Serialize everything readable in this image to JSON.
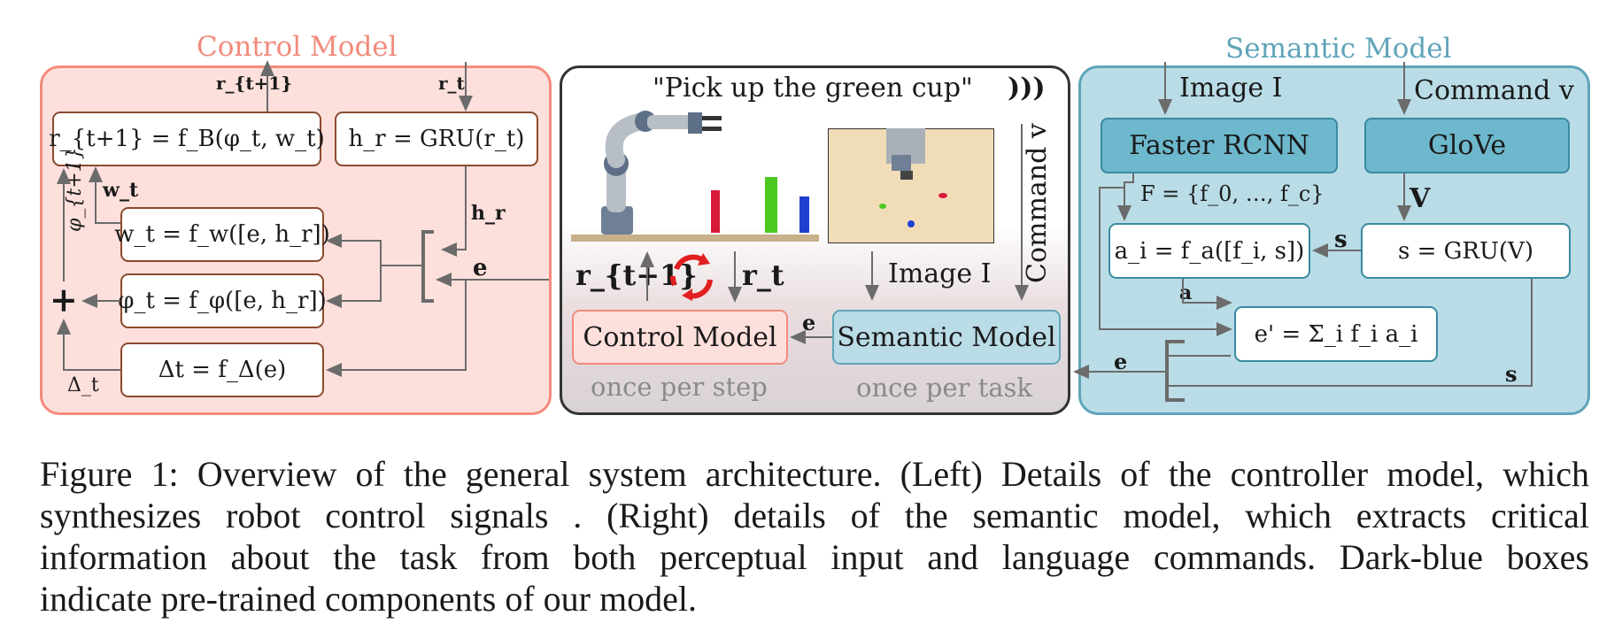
{
  "figure": {
    "control_title": "Control Model",
    "semantic_title": "Semantic Model",
    "control": {
      "out_signal": "r_{t+1}",
      "in_signal": "r_t",
      "box_fb": "r_{t+1} = f_B(φ_t, w_t)",
      "box_gru": "h_r = GRU(r_t)",
      "box_fw": "w_t = f_w([e, h_r])",
      "box_fphi": "φ_t = f_φ([e, h_r])",
      "box_fdelta": "Δt = f_Δ(e)",
      "label_wt": "w_t",
      "label_hr": "h_r",
      "label_e": "e",
      "label_phi": "φ_{t+1}",
      "label_delta": "Δ_t",
      "plus": "+"
    },
    "center": {
      "command_text": "\"Pick up the green cup\"",
      "command_side": "Command v",
      "image_label": "Image I",
      "r_next": "r_{t+1}",
      "r_now": "r_t",
      "control_box": "Control Model",
      "semantic_box": "Semantic Model",
      "e_label": "e",
      "once_step": "once per step",
      "once_task": "once per task"
    },
    "semantic": {
      "image_in": "Image I",
      "command_in": "Command v",
      "faster_rcnn": "Faster RCNN",
      "glove": "GloVe",
      "feat_set": "F = {f_0, …, f_c}",
      "V_label": "V",
      "box_ai": "a_i = f_a([f_i, s])",
      "box_s": "s = GRU(V)",
      "s_label": "s",
      "a_label": "a",
      "box_e": "e' = Σ_i f_i a_i",
      "e_out": "e",
      "s_out": "s"
    },
    "colors": {
      "control_fill": "#fde0dc",
      "control_border": "#f28b7c",
      "semantic_fill": "#b9dce6",
      "semantic_border": "#5fa4b9",
      "pretrained_fill": "#6db8cc",
      "control_title": "#f28b7c",
      "semantic_title": "#5fa4b9"
    }
  },
  "caption": {
    "line1": "Figure 1: Overview of the general system architecture. (Left) Details of the controller model, which",
    "line2": "synthesizes robot control signals .  (Right) details of the semantic model, which extracts critical",
    "line3": "information about the task from both perceptual input and language commands. Dark-blue boxes",
    "line4": "indicate pre-trained components of our model."
  }
}
